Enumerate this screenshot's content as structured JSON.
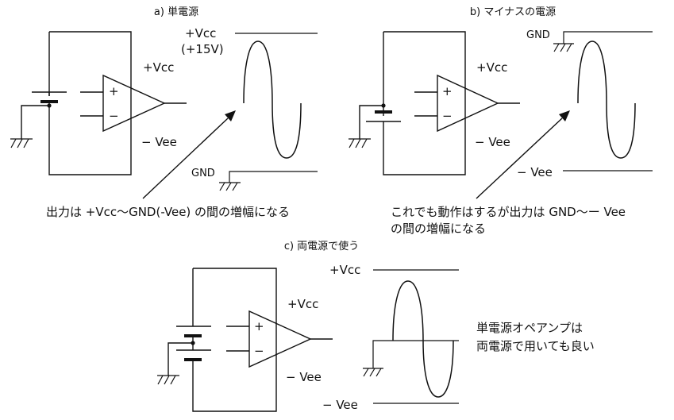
{
  "panel_a": {
    "title": "a) 単電源",
    "vcc_label": "+Vcc",
    "vee_label": "− Vee",
    "out_top": "+Vcc",
    "out_top_sub": "(+15V)",
    "out_bottom": "GND",
    "caption": "出力は +Vcc〜GND(-Vee) の間の増幅になる"
  },
  "panel_b": {
    "title": "b) マイナスの電源",
    "vcc_label": "+Vcc",
    "vee_label": "− Vee",
    "out_top": "GND",
    "out_bottom": "− Vee",
    "caption_line1": "これでも動作はするが出力は GND〜ー Vee",
    "caption_line2": "の間の増幅になる"
  },
  "panel_c": {
    "title": "c) 両電源で使う",
    "vcc_label": "+Vcc",
    "vee_label": "− Vee",
    "out_top": "+Vcc",
    "out_bottom": "− Vee",
    "note_line1": "単電源オペアンプは",
    "note_line2": "両電源で用いても良い"
  },
  "opamp": {
    "plus_sign": "+",
    "minus_sign": "−"
  }
}
